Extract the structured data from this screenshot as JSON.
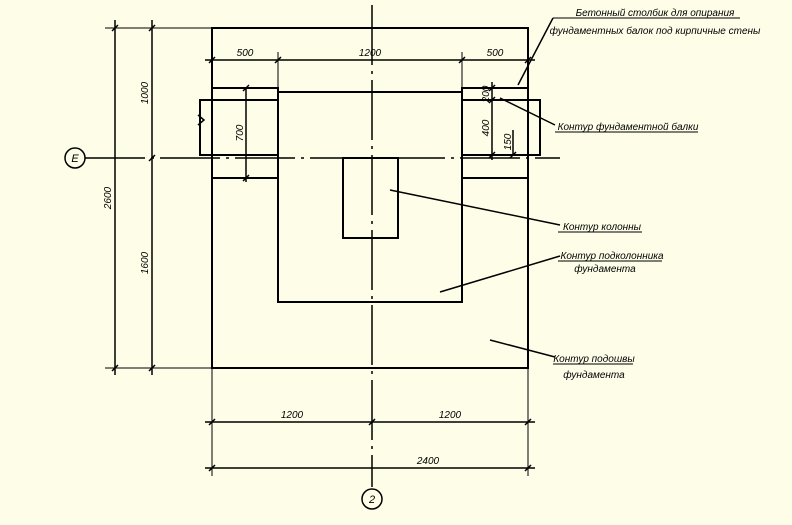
{
  "dimensions": {
    "top_left": "500",
    "top_mid": "1200",
    "top_right": "500",
    "left_upper": "1000",
    "left_lower": "1600",
    "left_total": "2600",
    "beam_h_left": "700",
    "r_200": "200",
    "r_400": "400",
    "r_150": "150",
    "bot_left": "1200",
    "bot_right": "1200",
    "bot_total": "2400"
  },
  "axes": {
    "row_axis": "Е",
    "col_axis": "2"
  },
  "labels": {
    "post_line1": "Бетонный столбик для опирания",
    "post_line2": "фундаментных балок под кирпичные стены",
    "beam": "Контур фундаментной балки",
    "column": "Контур колонны",
    "pedestal_line1": "Контур подколонника",
    "pedestal_line2": "фундамента",
    "sole_line1": "Контур подошвы",
    "sole_line2": "фундамента"
  }
}
